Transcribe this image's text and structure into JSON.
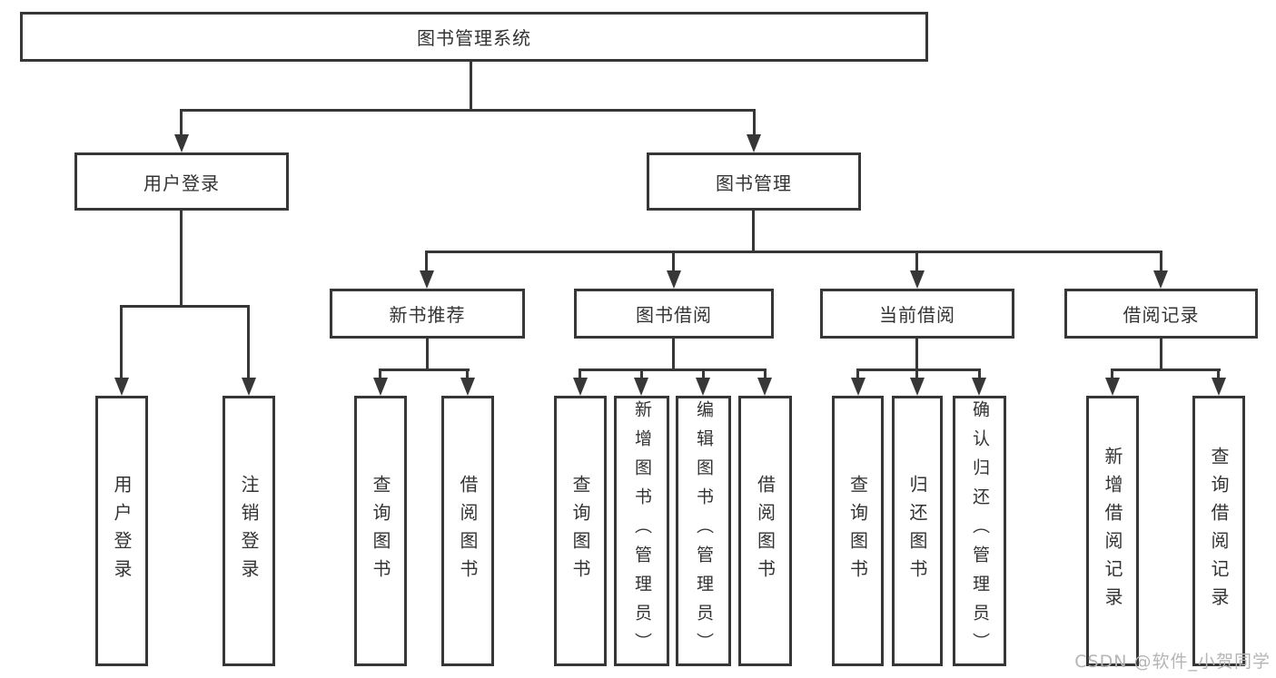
{
  "tree": {
    "label": "图书管理系统",
    "children": [
      {
        "label": "用户登录",
        "children": [
          {
            "label": "用户登录"
          },
          {
            "label": "注销登录"
          }
        ]
      },
      {
        "label": "图书管理",
        "children": [
          {
            "label": "新书推荐",
            "children": [
              {
                "label": "查询图书"
              },
              {
                "label": "借阅图书"
              }
            ]
          },
          {
            "label": "图书借阅",
            "children": [
              {
                "label": "查询图书"
              },
              {
                "label": "新增图书（管理员）"
              },
              {
                "label": "编辑图书（管理员）"
              },
              {
                "label": "借阅图书"
              }
            ]
          },
          {
            "label": "当前借阅",
            "children": [
              {
                "label": "查询图书"
              },
              {
                "label": "归还图书"
              },
              {
                "label": "确认归还（管理员）"
              }
            ]
          },
          {
            "label": "借阅记录",
            "children": [
              {
                "label": "新增借阅记录"
              },
              {
                "label": "查询借阅记录"
              }
            ]
          }
        ]
      }
    ]
  },
  "watermark": {
    "text": "CSDN @软件_小贺同学"
  },
  "colors": {
    "line": "#373737",
    "text": "#333333",
    "watermark": "#b5b5b5",
    "background": "#ffffff"
  }
}
